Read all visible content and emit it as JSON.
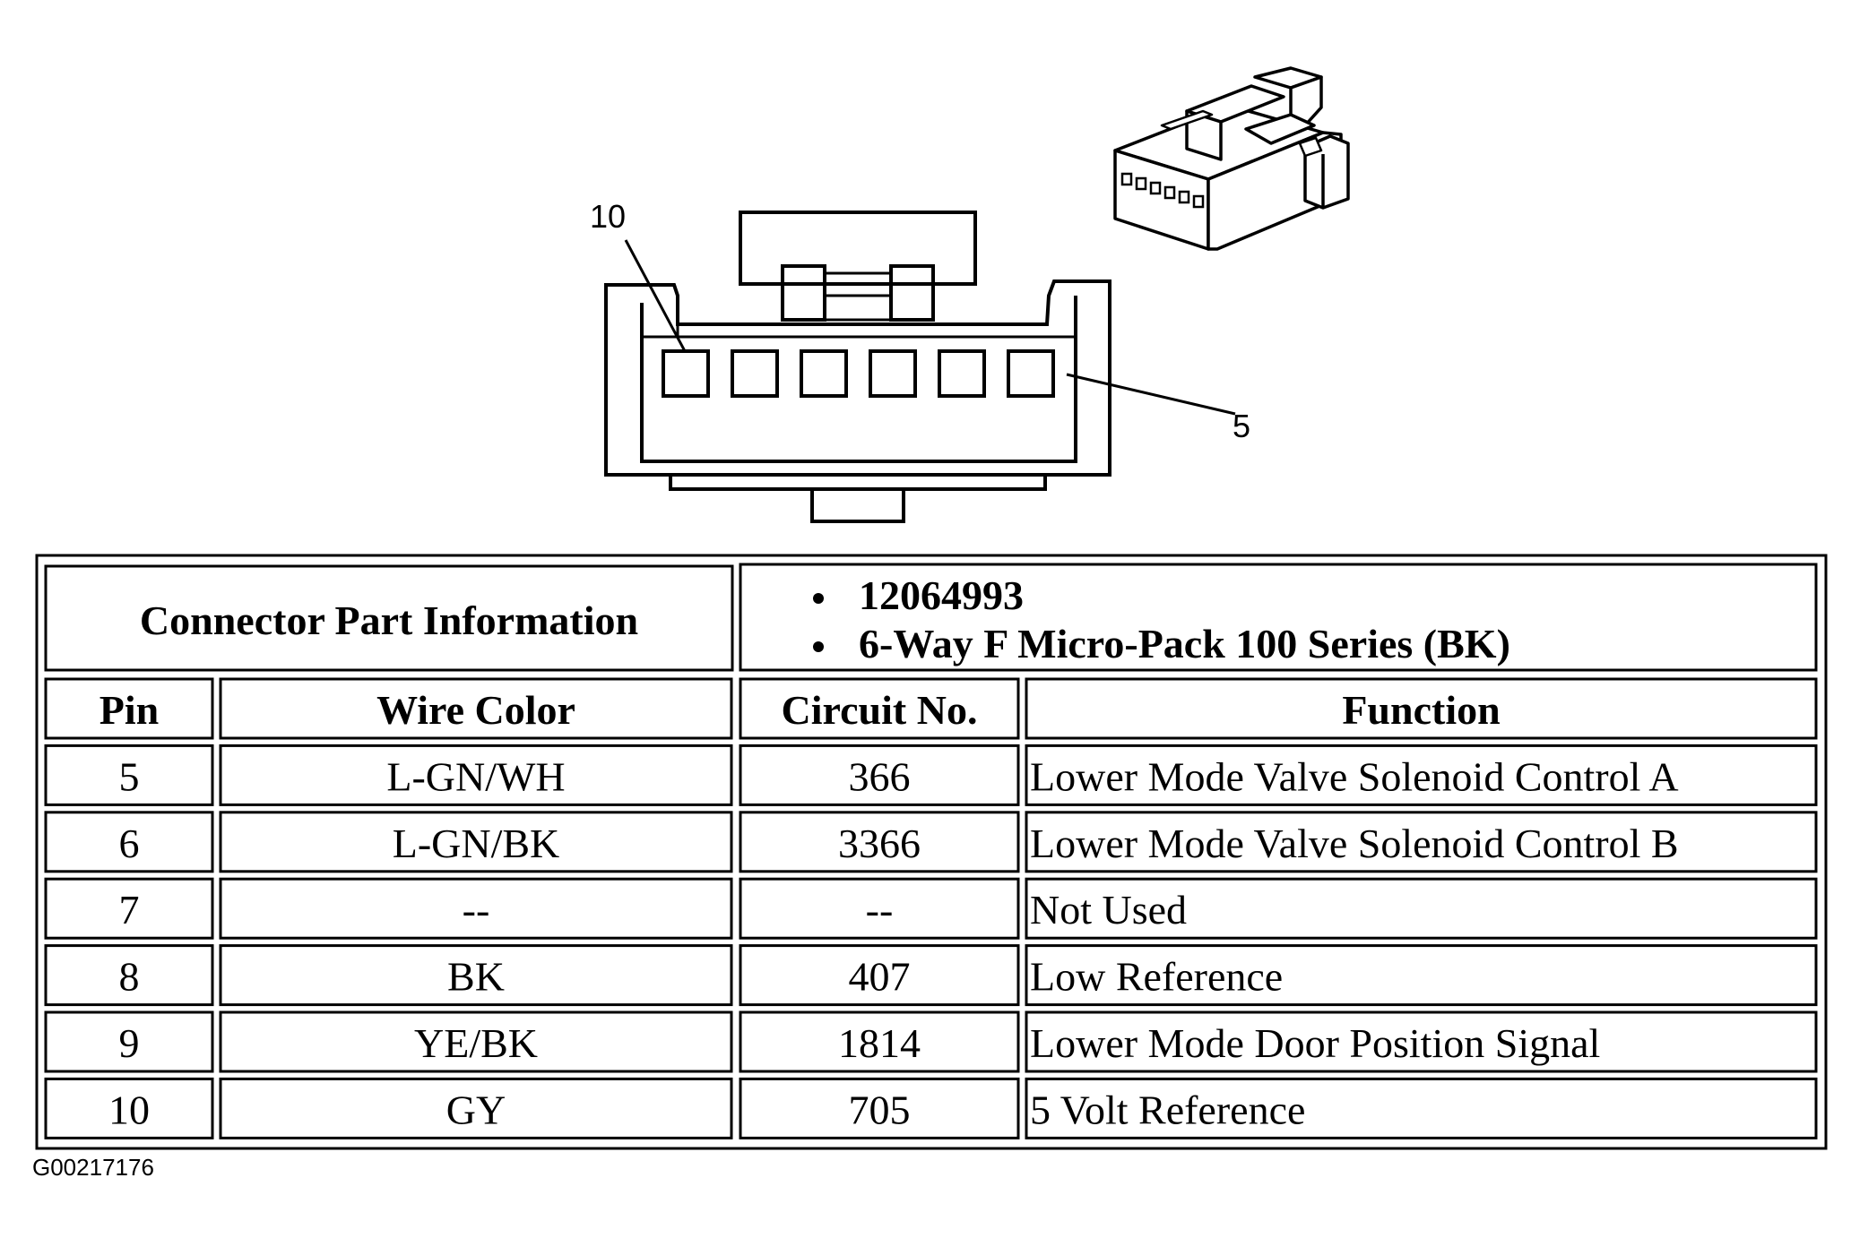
{
  "connector": {
    "callout_left": "10",
    "callout_right": "5",
    "cavity_count": 6
  },
  "table": {
    "header_label": "Connector Part Information",
    "part_info": [
      "12064993",
      "6-Way F Micro-Pack 100 Series (BK)"
    ],
    "columns": [
      "Pin",
      "Wire Color",
      "Circuit No.",
      "Function"
    ],
    "rows": [
      {
        "pin": "5",
        "wire": "L-GN/WH",
        "circuit": "366",
        "function": "Lower Mode Valve Solenoid Control A"
      },
      {
        "pin": "6",
        "wire": "L-GN/BK",
        "circuit": "3366",
        "function": "Lower Mode Valve Solenoid Control B"
      },
      {
        "pin": "7",
        "wire": "--",
        "circuit": "--",
        "function": "Not Used"
      },
      {
        "pin": "8",
        "wire": "BK",
        "circuit": "407",
        "function": "Low Reference"
      },
      {
        "pin": "9",
        "wire": "YE/BK",
        "circuit": "1814",
        "function": "Lower Mode Door Position Signal"
      },
      {
        "pin": "10",
        "wire": "GY",
        "circuit": "705",
        "function": "5 Volt Reference"
      }
    ]
  },
  "figure_id": "G00217176"
}
